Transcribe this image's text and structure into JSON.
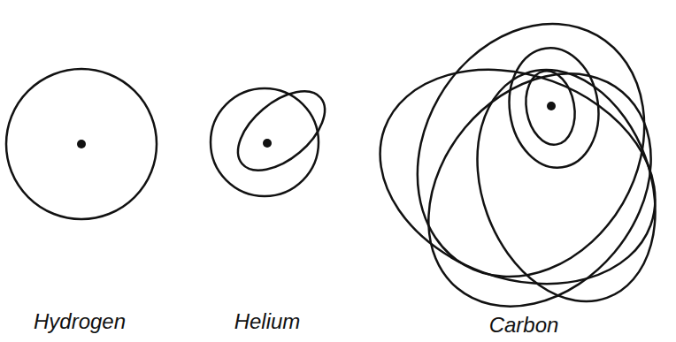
{
  "diagram": {
    "labels": [
      "Hydrogen",
      "Helium",
      "Carbon"
    ]
  }
}
